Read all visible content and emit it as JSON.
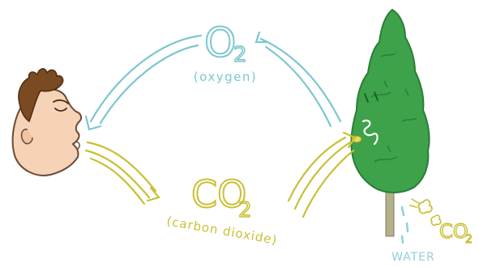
{
  "oxygen": {
    "formula": "O",
    "subscript": "2",
    "caption": "(oxygen)"
  },
  "carbon_dioxide": {
    "formula": "CO",
    "subscript": "2",
    "caption": "(carbon dioxide)"
  },
  "tree_inputs": {
    "water_label": "WATER",
    "co2_formula": "CO",
    "co2_subscript": "2"
  },
  "colors": {
    "oxygen": "#7cc7cf",
    "carbon_dioxide": "#c9c035",
    "tree_green": "#3da24a",
    "tree_dark": "#2b7d38",
    "skin": "#f6d2b6",
    "hair": "#7a4a22",
    "water": "#8fd0d8"
  }
}
